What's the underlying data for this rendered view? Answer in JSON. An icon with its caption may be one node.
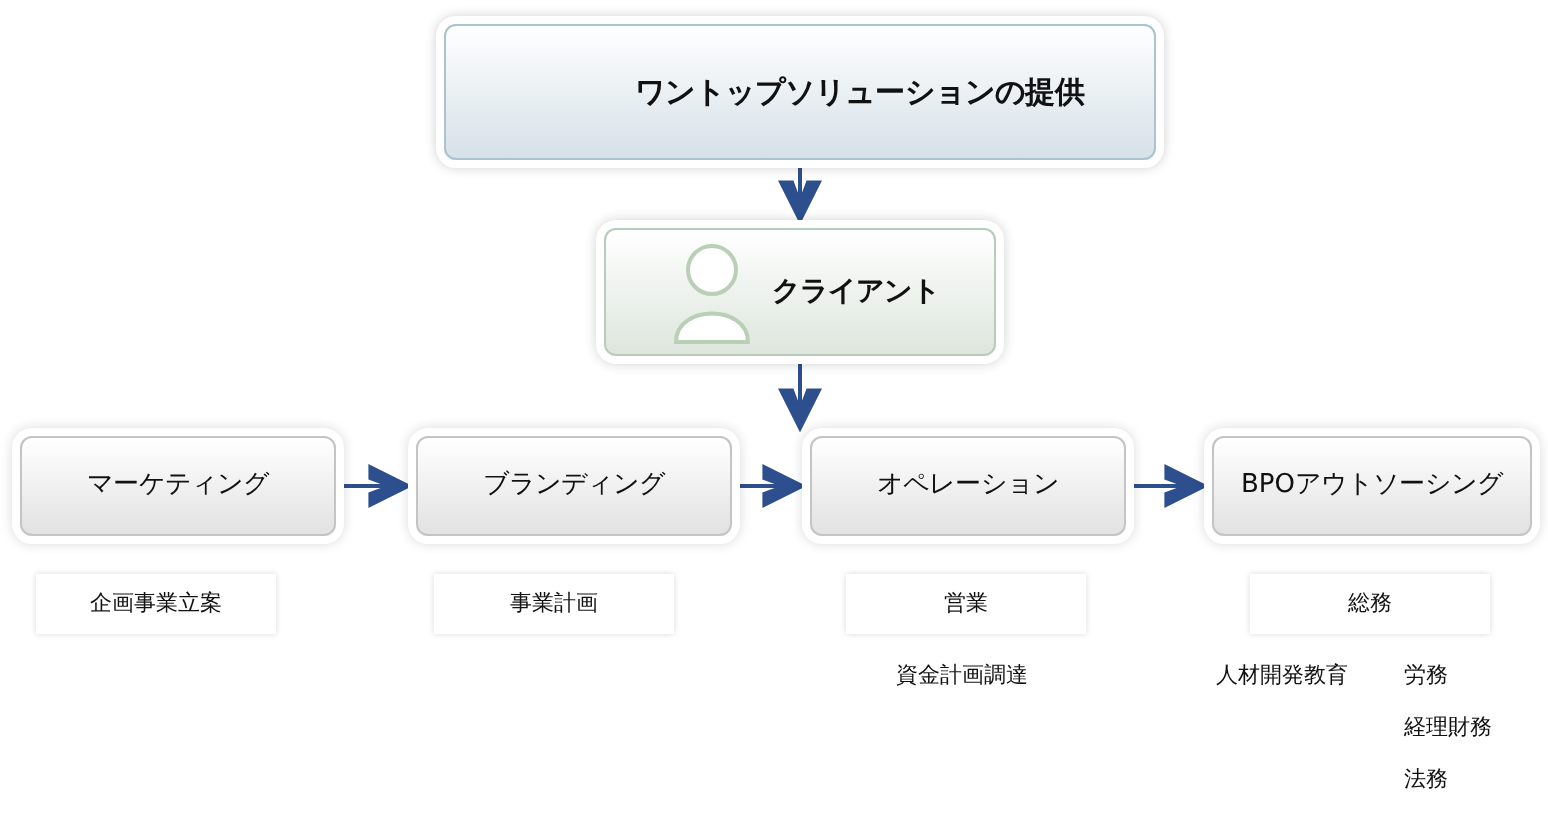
{
  "diagram": {
    "nodes": [
      {
        "text": [
          "ワントップソリューションの提供"
        ]
      },
      {
        "text": [
          "クライアント"
        ]
      },
      {
        "text": [
          "マーケティング"
        ]
      },
      {
        "text": [
          "ブランディング"
        ]
      },
      {
        "text": [
          "オペレーション"
        ]
      },
      {
        "text": [
          "BPOアウトソーシング"
        ]
      },
      {
        "text": [
          "企画事業立案"
        ]
      },
      {
        "text": [
          "事業計画"
        ]
      },
      {
        "text": [
          "営業"
        ]
      },
      {
        "text": [
          "総務"
        ]
      }
    ],
    "edges": [
      {
        "from": 0,
        "to": 1,
        "arrow": "to"
      },
      {
        "from": 1,
        "to": 4,
        "arrow": "to"
      },
      {
        "from": 2,
        "to": 3,
        "arrow": "to"
      },
      {
        "from": 3,
        "to": 4,
        "arrow": "to"
      },
      {
        "from": 4,
        "to": 5,
        "arrow": "to"
      }
    ],
    "labels": [
      "資金計画調達",
      "人材開発教育",
      "労務",
      "経理財務",
      "法務"
    ]
  }
}
